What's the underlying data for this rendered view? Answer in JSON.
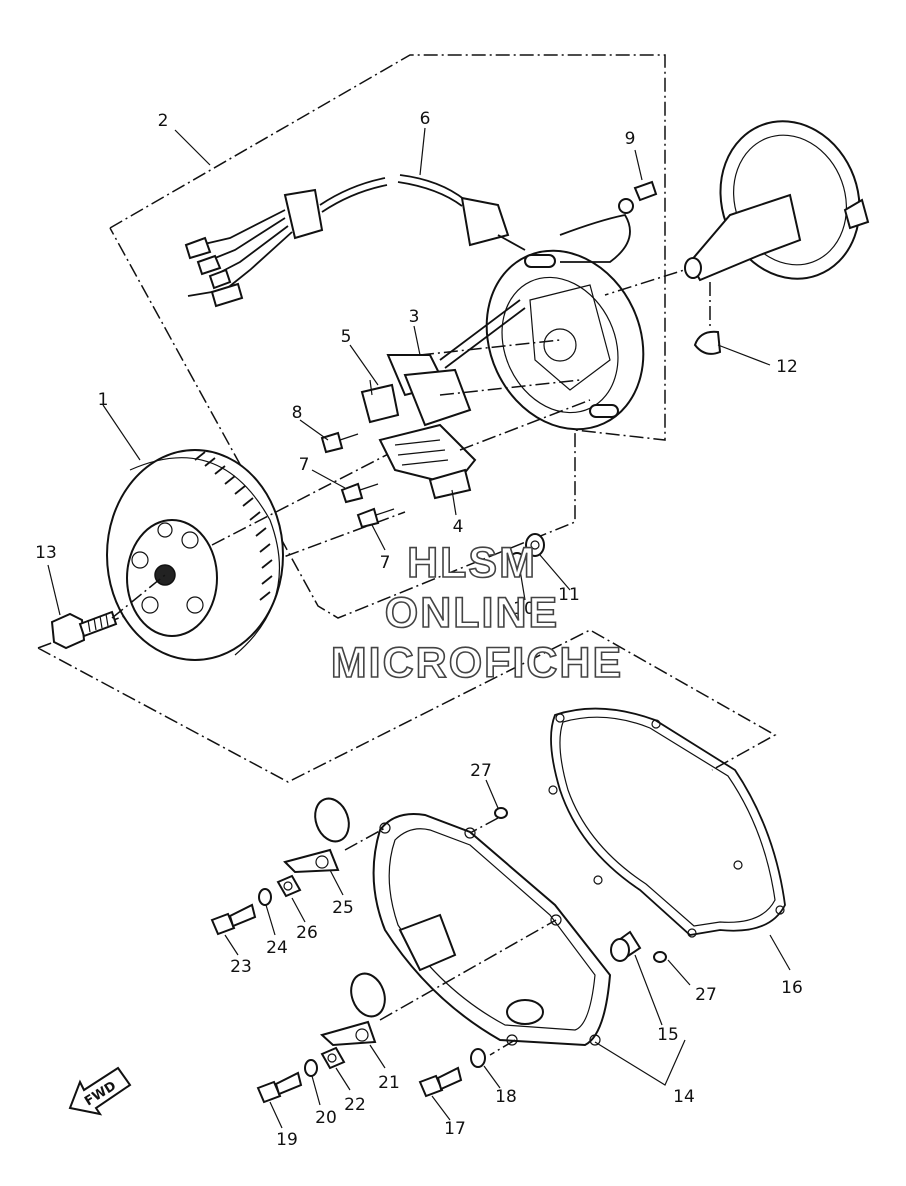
{
  "part_labels": {
    "p1": "1",
    "p2": "2",
    "p3": "3",
    "p4": "4",
    "p5": "5",
    "p6": "6",
    "p7a": "7",
    "p7b": "7",
    "p8": "8",
    "p9": "9",
    "p10": "10",
    "p11": "11",
    "p12": "12",
    "p13": "13",
    "p14": "14",
    "p15": "15",
    "p16": "16",
    "p17": "17",
    "p18": "18",
    "p19": "19",
    "p20": "20",
    "p21": "21",
    "p22": "22",
    "p23": "23",
    "p24": "24",
    "p25": "25",
    "p26": "26",
    "p27a": "27",
    "p27b": "27"
  },
  "watermark": {
    "line1": "HLSM",
    "line2": "ONLINE",
    "line3": "MICROFICHE"
  },
  "direction_badge": "FWD"
}
